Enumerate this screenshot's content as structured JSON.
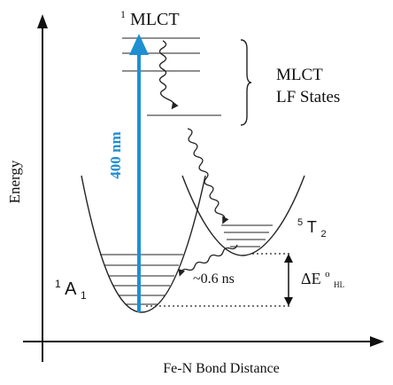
{
  "diagram": {
    "axes": {
      "y_label": "Energy",
      "x_label": "Fe-N Bond Distance"
    },
    "states": {
      "mlct_top": {
        "superscript": "1",
        "label": "MLCT"
      },
      "ground": {
        "superscript": "1",
        "label": "A",
        "subscript": "1"
      },
      "high_spin": {
        "superscript": "5",
        "label": "T",
        "subscript": "2"
      }
    },
    "excitation": {
      "label": "400 nm",
      "color": "#1f8fd1"
    },
    "bracket_text": {
      "line1": "MLCT",
      "line2": "LF States"
    },
    "relaxation_time": "~0.6 ns",
    "energy_gap": {
      "symbol": "ΔE",
      "superscript": "o",
      "subscript": "HL"
    }
  }
}
